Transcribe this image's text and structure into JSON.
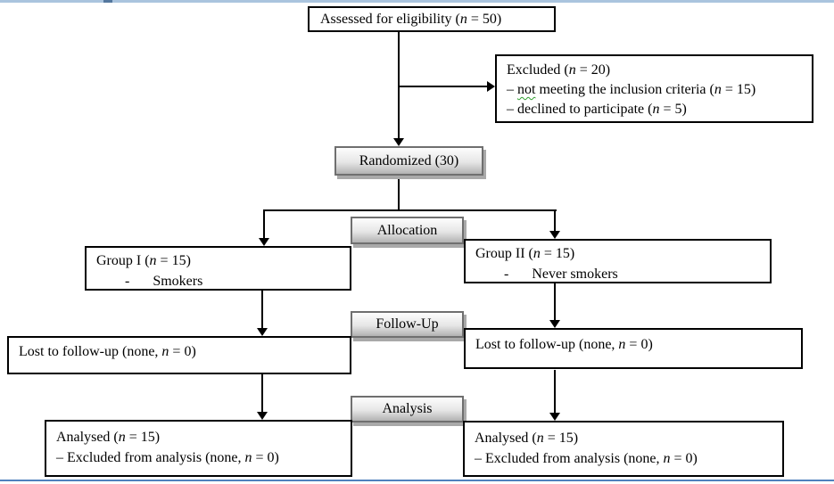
{
  "decor": {
    "top_rule_color": "#aac4de",
    "top_rule_accent_color": "#54779e",
    "bottom_rule_color": "#4f81bd"
  },
  "stages": {
    "allocation": "Allocation",
    "followup": "Follow-Up",
    "analysis": "Analysis"
  },
  "boxes": {
    "eligibility": {
      "pre": "Assessed for eligibility (",
      "n": "n",
      "post": " = 50)"
    },
    "excluded": {
      "title_pre": "Excluded (",
      "n1": "n",
      "title_post": " = 20)",
      "item1_dash": "– ",
      "item1_flagged": "not",
      "item1_mid": " meeting the inclusion criteria (",
      "n2": "n",
      "item1_post": " = 15)",
      "item2_pre": "– declined to participate (",
      "n3": "n",
      "item2_post": " = 5)"
    },
    "randomized": {
      "label": "Randomized (30)"
    },
    "group1": {
      "line1_pre": "Group I (",
      "n": "n",
      "line1_post": " = 15)",
      "bullet": "-",
      "line2": "Smokers"
    },
    "group2": {
      "line1_pre": "Group II (",
      "n": "n",
      "line1_post": " = 15)",
      "bullet": "-",
      "line2": "Never smokers"
    },
    "lost_left": {
      "pre": "Lost to follow-up (none, ",
      "n": "n",
      "post": " = 0)"
    },
    "lost_right": {
      "pre": "Lost to follow-up (none, ",
      "n": "n",
      "post": " = 0)"
    },
    "analysed_left": {
      "line1_pre": "Analysed (",
      "n1": "n",
      "line1_post": " = 15)",
      "line2_pre": "– Excluded from analysis (none, ",
      "n2": "n",
      "line2_post": " = 0)"
    },
    "analysed_right": {
      "line1_pre": "Analysed (",
      "n1": "n",
      "line1_post": " = 15)",
      "line2_pre": "– Excluded from analysis (none, ",
      "n2": "n",
      "line2_post": " = 0)"
    }
  }
}
